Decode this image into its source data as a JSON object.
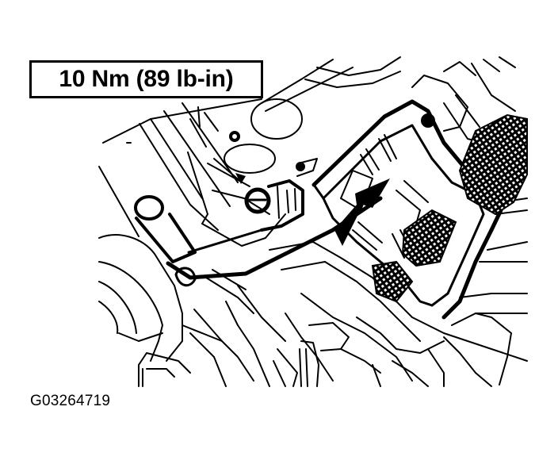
{
  "figure": {
    "callout": {
      "torque_spec": "10 Nm (89 lb-in)"
    },
    "figure_id": "G03264719",
    "drawing": {
      "style": "black-and-white line art",
      "subject": "engine component fastener location with torque callout",
      "indicators": [
        {
          "type": "leader-arrow",
          "points_to": "bolt/fastener",
          "color": "#000000"
        },
        {
          "type": "direction-arrow",
          "description": "large solid arrow pointing upper-right",
          "color": "#000000"
        }
      ],
      "colors": {
        "line": "#000000",
        "background": "#ffffff"
      }
    }
  }
}
